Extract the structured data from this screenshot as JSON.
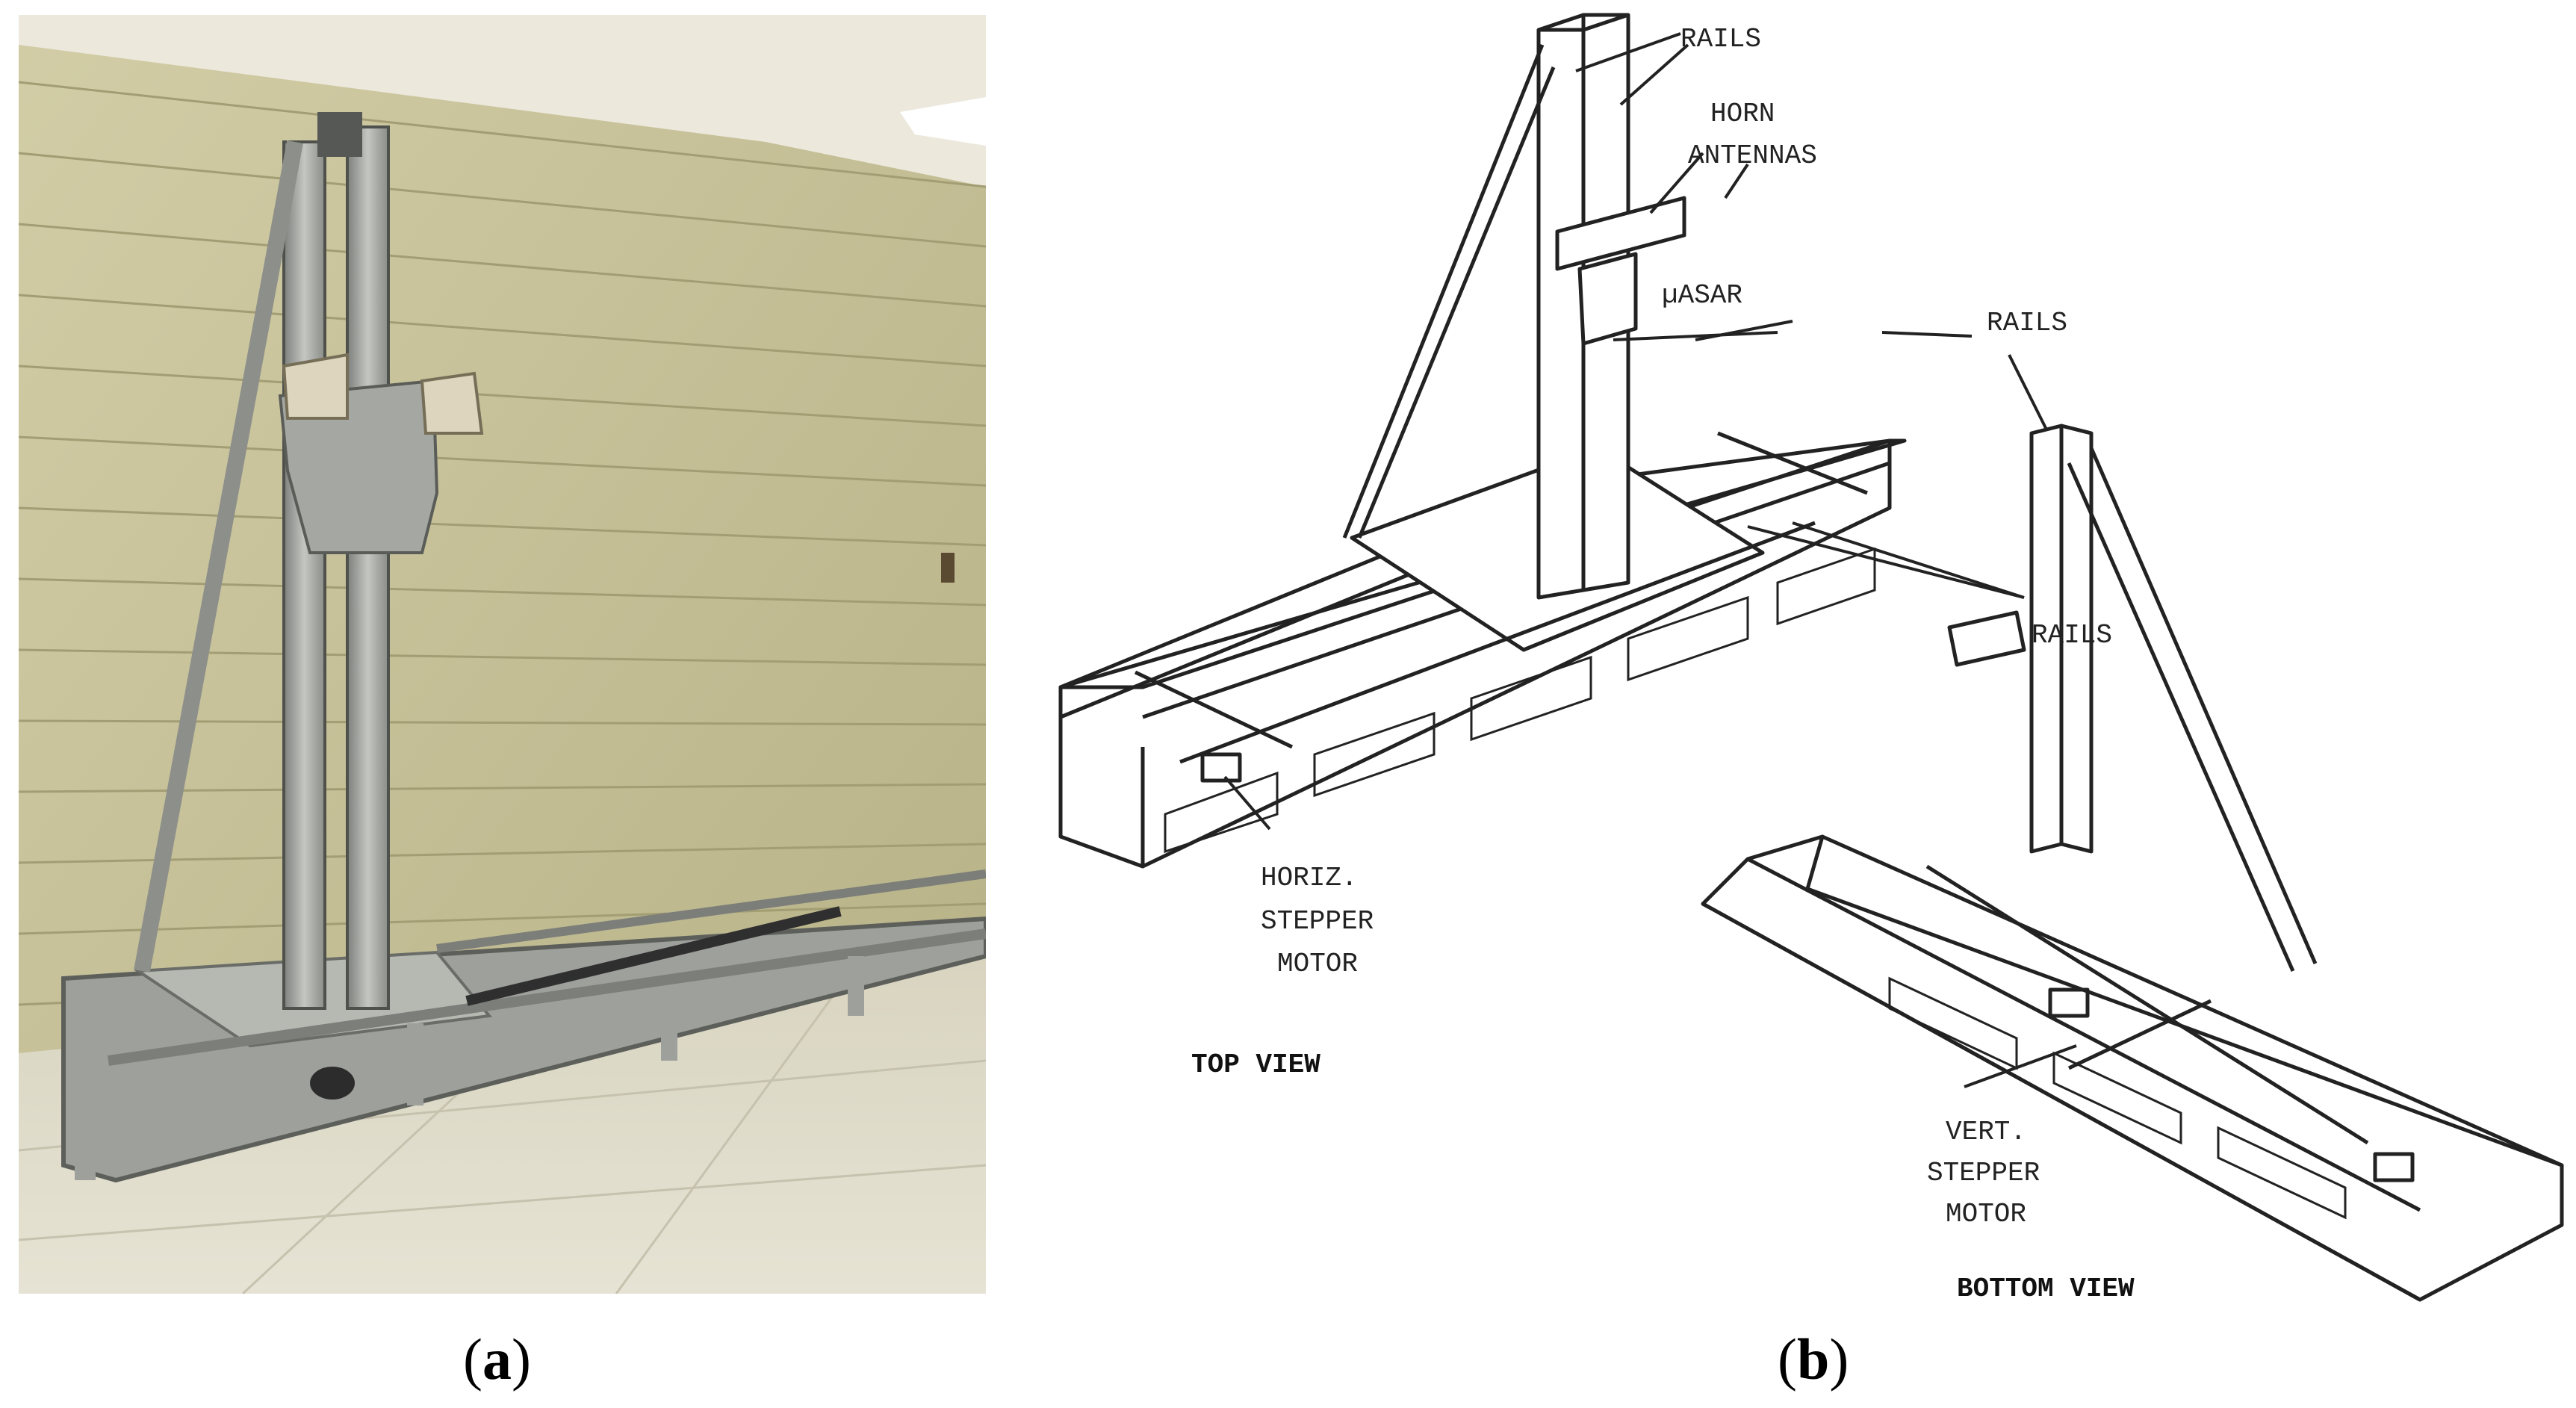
{
  "panel_a": {
    "label_open": "(",
    "label_letter": "a",
    "label_close": ")"
  },
  "panel_b": {
    "label_open": "(",
    "label_letter": "b",
    "label_close": ")",
    "callouts": {
      "rails_top": "RAILS",
      "horn_1": "HORN",
      "horn_2": "ANTENNAS",
      "usar": "µASAR",
      "rails_right": "RAILS",
      "rails_mid": "RAILS",
      "horiz_1": "HORIZ.",
      "horiz_2": "STEPPER",
      "horiz_3": "MOTOR",
      "vert_1": "VERT.",
      "vert_2": "STEPPER",
      "vert_3": "MOTOR"
    },
    "top_view_caption": "TOP VIEW",
    "bottom_view_caption": "BOTTOM VIEW"
  },
  "colors": {
    "wall": "#c9c49a",
    "floor": "#ddd9c8",
    "ceiling": "#ece8dc",
    "metal": "#a7a9a6",
    "line": "#222222"
  }
}
